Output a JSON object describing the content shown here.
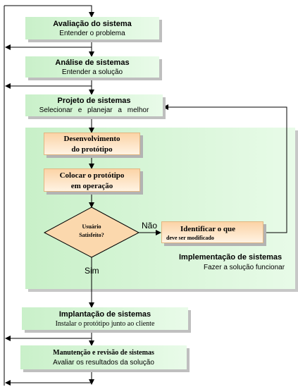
{
  "steps": {
    "avaliacao": {
      "title": "Avaliação do sistema",
      "subtitle": "Entender o problema"
    },
    "analise": {
      "title": "Análise de sistemas",
      "subtitle": "Entender a solução"
    },
    "projeto": {
      "title": "Projeto de sistemas",
      "subtitle": "Selecionar e planejar a melhor"
    },
    "desenvolvimento": {
      "title_line1": "Desenvolvimento",
      "title_line2": "do protótipo"
    },
    "colocar": {
      "title_line1": "Colocar o protótipo",
      "title_line2": "em operação"
    },
    "decisao": {
      "line1": "Usuário",
      "line2": "Satisfeito?"
    },
    "identificar": {
      "line1": "Identificar o que",
      "line2": "deve ser modificado"
    },
    "implementacao": {
      "title": "Implementação de sistemas",
      "subtitle": "Fazer a solução funcionar"
    },
    "implantacao": {
      "title": "Implantação de sistemas",
      "subtitle": "Instalar o protótipo junto ao cliente"
    },
    "manutencao": {
      "title": "Manutenção e revisão de sistemas",
      "subtitle": "Avaliar os resultados da solução"
    }
  },
  "edges": {
    "nao": "Não",
    "sim": "Sim"
  },
  "colors": {
    "green": "#c9f0c9",
    "orange": "#fbd3a6",
    "line": "#000000"
  }
}
